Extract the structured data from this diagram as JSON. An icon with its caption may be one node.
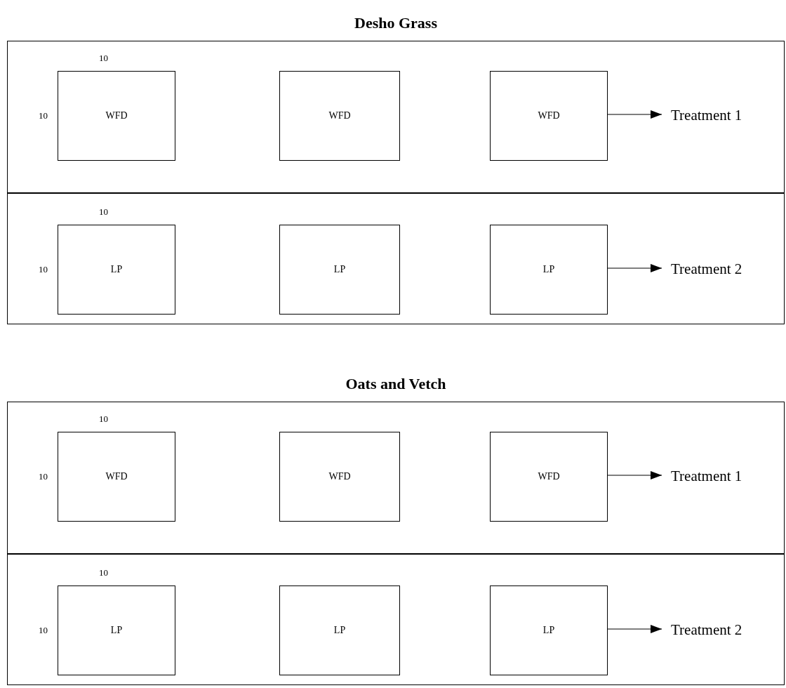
{
  "diagram": {
    "nodes": [
      {
        "text": [
          "Desho Grass"
        ]
      },
      {
        "text": [],
        "shape": "box",
        "in": 0
      },
      {
        "text": [
          "WFD"
        ],
        "in": 1,
        "beside": [
          "10",
          "10"
        ]
      },
      {
        "text": [
          "WFD"
        ],
        "in": 1
      },
      {
        "text": [
          "WFD"
        ],
        "in": 1
      },
      {
        "text": [
          "Treatment 1"
        ],
        "in": 1
      },
      {
        "text": [],
        "shape": "box",
        "in": 0
      },
      {
        "text": [
          "LP"
        ],
        "in": 6,
        "beside": [
          "10",
          "10"
        ]
      },
      {
        "text": [
          "LP"
        ],
        "in": 6
      },
      {
        "text": [
          "LP"
        ],
        "in": 6
      },
      {
        "text": [
          "Treatment 2"
        ],
        "in": 6
      },
      {
        "text": [
          "Oats and Vetch"
        ]
      },
      {
        "text": [],
        "shape": "box",
        "in": 11
      },
      {
        "text": [
          "WFD"
        ],
        "in": 12,
        "beside": [
          "10",
          "10"
        ]
      },
      {
        "text": [
          "WFD"
        ],
        "in": 12
      },
      {
        "text": [
          "WFD"
        ],
        "in": 12
      },
      {
        "text": [
          "Treatment 1"
        ],
        "in": 12
      },
      {
        "text": [],
        "shape": "box",
        "in": 11
      },
      {
        "text": [
          "LP"
        ],
        "in": 17,
        "beside": [
          "10",
          "10"
        ]
      },
      {
        "text": [
          "LP"
        ],
        "in": 17
      },
      {
        "text": [
          "LP"
        ],
        "in": 17
      },
      {
        "text": [
          "Treatment 2"
        ],
        "in": 17
      }
    ],
    "edges": [
      {
        "from": 4,
        "to": 5,
        "arrow": "to"
      },
      {
        "from": 9,
        "to": 10,
        "arrow": "to"
      },
      {
        "from": 15,
        "to": 16,
        "arrow": "to"
      },
      {
        "from": 20,
        "to": 21,
        "arrow": "to"
      }
    ]
  }
}
